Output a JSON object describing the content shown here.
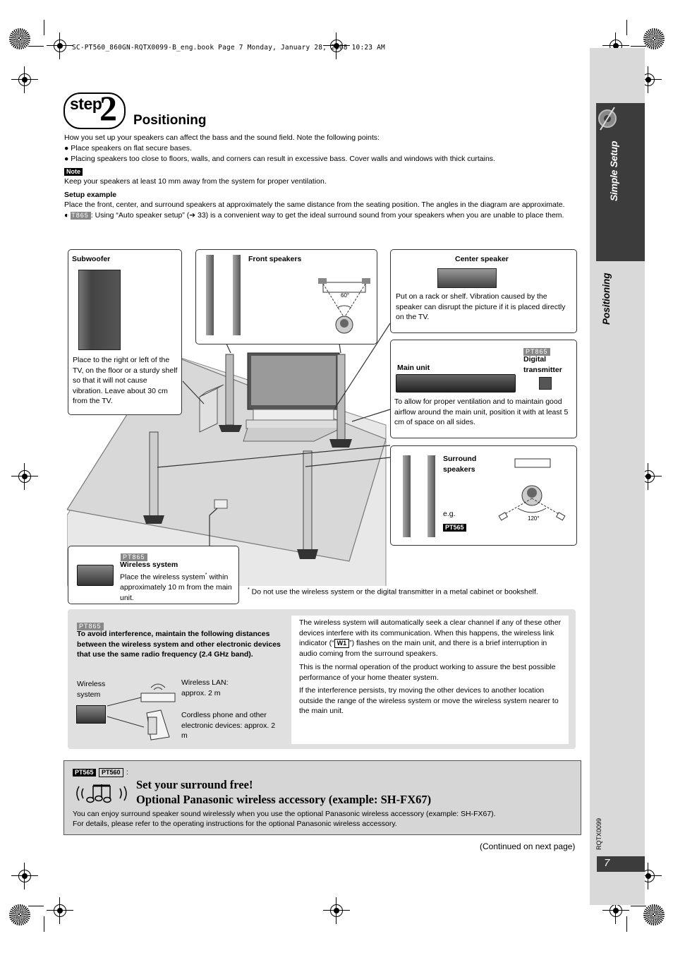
{
  "header_line": "SC-PT560_860GN-RQTX0099-B_eng.book  Page 7  Monday, January 28, 2008  10:23 AM",
  "step": {
    "word": "step",
    "number": "2",
    "title": "Positioning"
  },
  "side_tab": {
    "section": "Simple Setup",
    "subsection": "Positioning",
    "code": "RQTX0099",
    "page_number": "7"
  },
  "intro": {
    "lead": "How you set up your speakers can affect the bass and the sound field. Note the following points:",
    "bullets": [
      "Place speakers on flat secure bases.",
      "Placing speakers too close to floors, walls, and corners can result in excessive bass. Cover walls and windows with thick curtains."
    ],
    "note_tag": "Note",
    "note_text": "Keep your speakers at least 10 mm away from the system for proper ventilation.",
    "setup_heading": "Setup example",
    "setup_text": "Place the front, center, and surround speakers at approximately the same distance from the seating position. The angles in the diagram are approximate.",
    "auto_tag": "PT865",
    "auto_text": ": Using “Auto speaker setup” (➔ 33) is a convenient way to get the ideal surround sound from your speakers when you are unable to place them."
  },
  "boxes": {
    "subwoofer": {
      "title": "Subwoofer",
      "text": "Place to the right or left of the TV, on the floor or a sturdy shelf so that it will not cause vibration. Leave about 30 cm from the TV."
    },
    "front": {
      "title": "Front speakers",
      "angle": "60°"
    },
    "center": {
      "title": "Center speaker",
      "text": "Put on a rack or shelf. Vibration caused by the speaker can disrupt the picture if it is placed directly on the TV."
    },
    "main_unit": {
      "tag": "PT865",
      "title": "Main unit",
      "digital": "Digital transmitter",
      "text": "To allow for proper ventilation and to maintain good airflow around the main unit, position it with at least 5 cm of space on all sides."
    },
    "surround": {
      "title": "Surround speakers",
      "eg": "e.g.",
      "tag": "PT565",
      "angle": "120°"
    },
    "wireless": {
      "tag": "PT865",
      "title": "Wireless system",
      "text": "Place the wireless system",
      "mark": "*",
      "text2": "within approximately 10 m from the main unit."
    }
  },
  "footnote": {
    "mark": "*",
    "text": "Do not use the wireless system or the digital transmitter in a metal cabinet or bookshelf."
  },
  "interference": {
    "tag": "PT865",
    "heading": "To avoid interference, maintain the following distances between the wireless system and other electronic devices that use the same radio frequency (2.4 GHz band).",
    "wireless_label": "Wireless system",
    "lan_label": "Wireless LAN: approx. 2 m",
    "phone_label": "Cordless phone and other electronic devices: approx. 2 m",
    "para1_a": "The wireless system will automatically seek a clear channel if any of these other devices interfere with its communication. When this happens, the wireless link indicator (“",
    "para1_tag": "W1",
    "para1_b": "”) flashes on the main unit, and there is a brief interruption in audio coming from the surround speakers.",
    "para2": "This is the normal operation of the product working to assure the best possible performance of your home theater system.",
    "para3": "If the interference persists, try moving the other devices to another location outside the range of the wireless system or move the wireless system nearer to the main unit."
  },
  "surround_free": {
    "tag1": "PT565",
    "tag2": "PT560",
    "colon": ":",
    "title1": "Set your surround free!",
    "title2": "Optional Panasonic wireless accessory (example: SH-FX67)",
    "text1": "You can enjoy surround speaker sound wirelessly when you use the optional Panasonic wireless accessory (example: SH-FX67).",
    "text2": "For details, please refer to the operating instructions for the optional Panasonic wireless accessory."
  },
  "continued": "(Continued on next page)"
}
